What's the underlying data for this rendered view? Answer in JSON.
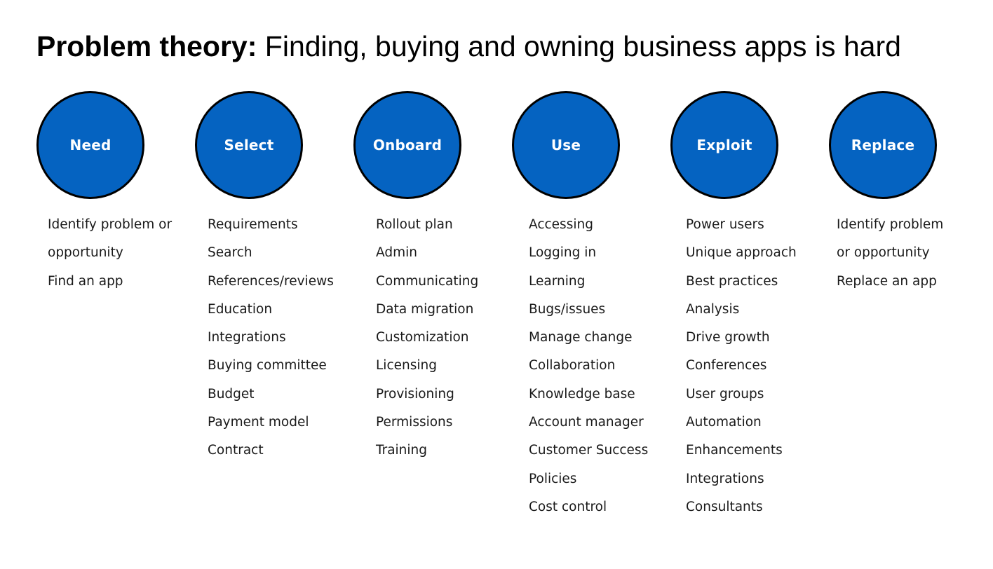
{
  "title": {
    "bold": "Problem theory:",
    "rest": "Finding, buying and owning business apps is hard"
  },
  "colors": {
    "circle_fill": "#0563C1",
    "circle_border": "#000000",
    "circle_text": "#FFFFFF"
  },
  "stages": [
    {
      "label": "Need",
      "items": [
        "Identify problem or",
        "opportunity",
        "Find an app"
      ]
    },
    {
      "label": "Select",
      "items": [
        "Requirements",
        "Search",
        "References/reviews",
        "Education",
        "Integrations",
        "Buying committee",
        "Budget",
        "Payment model",
        "Contract"
      ]
    },
    {
      "label": "Onboard",
      "items": [
        "Rollout plan",
        "Admin",
        "Communicating",
        "Data migration",
        "Customization",
        "Licensing",
        "Provisioning",
        "Permissions",
        "Training"
      ]
    },
    {
      "label": "Use",
      "items": [
        "Accessing",
        "Logging in",
        "Learning",
        "Bugs/issues",
        "Manage change",
        "Collaboration",
        "Knowledge base",
        "Account manager",
        "Customer Success",
        "Policies",
        "Cost control"
      ]
    },
    {
      "label": "Exploit",
      "items": [
        "Power users",
        "Unique approach",
        "Best practices",
        "Analysis",
        "Drive growth",
        "Conferences",
        "User groups",
        "Automation",
        "Enhancements",
        "Integrations",
        "Consultants"
      ]
    },
    {
      "label": "Replace",
      "items": [
        "Identify problem",
        "or opportunity",
        "Replace an app"
      ]
    }
  ]
}
